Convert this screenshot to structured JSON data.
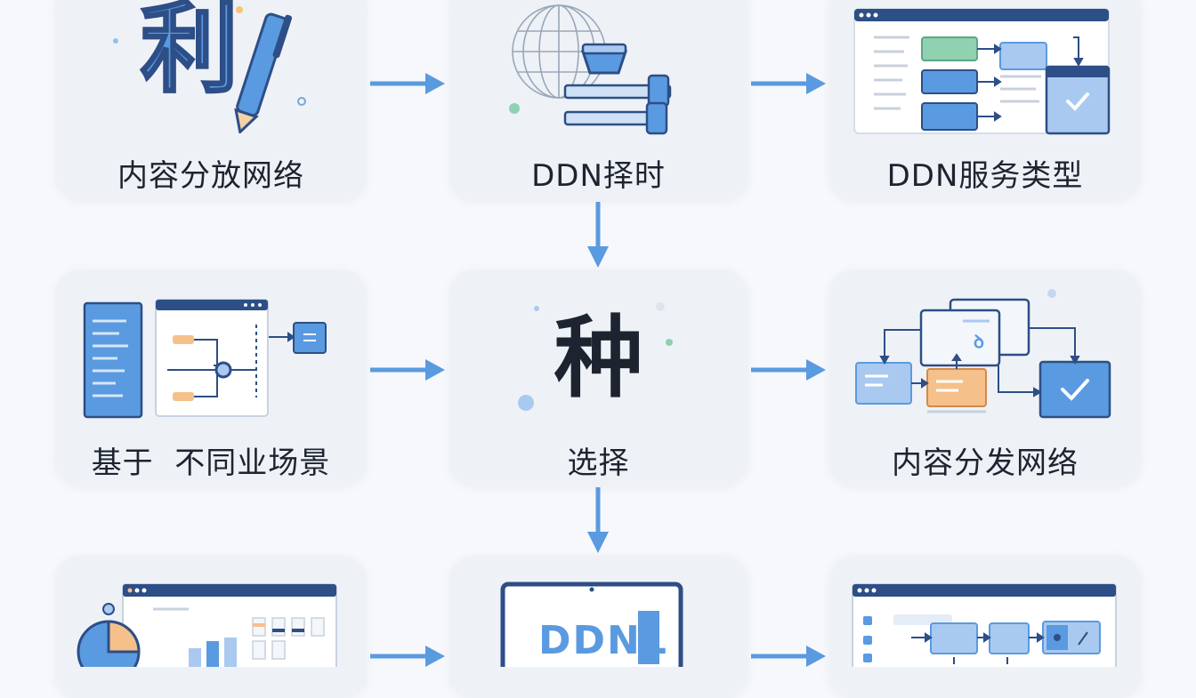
{
  "cards": {
    "r1c1": {
      "label": "内容分放网络",
      "glyph": "利",
      "icon": "pen-icon"
    },
    "r1c2": {
      "label": "DDN择时",
      "icon": "globe-server-icon"
    },
    "r1c3": {
      "label": "DDN服务类型",
      "icon": "workflow-window-icon"
    },
    "r2c1": {
      "label": "基于  不同业场景",
      "icon": "branching-flow-icon"
    },
    "r2c2": {
      "label": "选择",
      "glyph": "种"
    },
    "r2c3": {
      "label": "内容分发网络",
      "icon": "flowchart-check-icon"
    },
    "r3c1": {
      "icon": "chart-dashboard-icon"
    },
    "r3c2": {
      "screen_text": "DDNL",
      "icon": "monitor-icon"
    },
    "r3c3": {
      "icon": "pipeline-window-icon"
    }
  },
  "colors": {
    "accent": "#5a9ae0",
    "dark_blue": "#2d4e86",
    "light_blue": "#a9c9f0",
    "orange": "#f6c08a",
    "green": "#8fd1b0"
  }
}
